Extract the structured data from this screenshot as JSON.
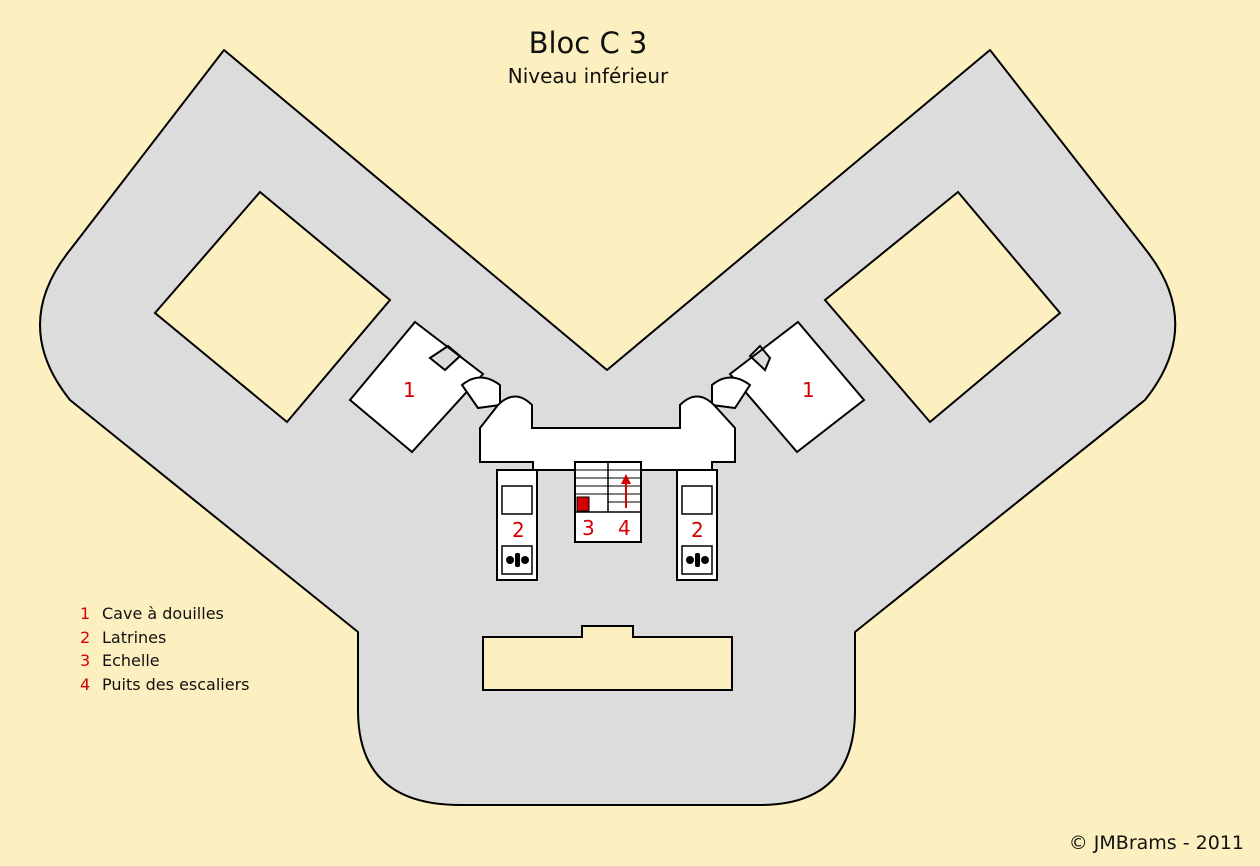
{
  "title": "Bloc C 3",
  "subtitle": "Niveau inférieur",
  "rooms": {
    "left_ammo": "1",
    "right_ammo": "1",
    "left_latrine": "2",
    "right_latrine": "2",
    "ladder": "3",
    "stairwell": "4"
  },
  "legend": [
    {
      "number": "1",
      "label": "Cave à douilles"
    },
    {
      "number": "2",
      "label": "Latrines"
    },
    {
      "number": "3",
      "label": "Echelle"
    },
    {
      "number": "4",
      "label": "Puits des escaliers"
    }
  ],
  "copyright": "©  JMBrams  -  2011",
  "colors": {
    "background": "#fdf0c0",
    "concrete": "#dcdcdc",
    "rooms": "#ffffff",
    "outline": "#000000",
    "label": "#d40000"
  }
}
